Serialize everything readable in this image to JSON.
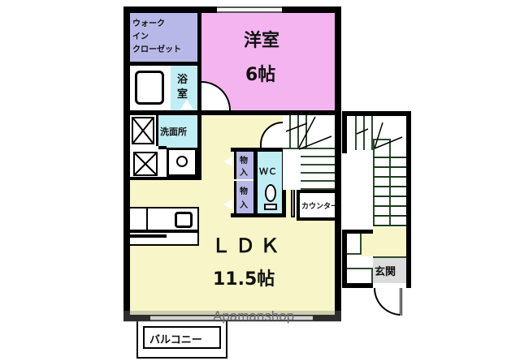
{
  "floorplan": {
    "rooms": {
      "walk_in_closet": {
        "label_lines": [
          "ウォーク",
          "イン",
          "クローゼット"
        ],
        "color": "#b8b8e8"
      },
      "western_room": {
        "label": "洋室",
        "size": "6帖",
        "color": "#f4b4f0"
      },
      "bathroom": {
        "label_lines": [
          "浴",
          "室"
        ],
        "color": "#c0eef4"
      },
      "washroom": {
        "label": "洗面所",
        "color": "#c0eef4"
      },
      "storage_1": {
        "label_lines": [
          "物",
          "入"
        ],
        "color": "#b8b8e8"
      },
      "storage_2": {
        "label_lines": [
          "物",
          "入"
        ],
        "color": "#b8b8e8"
      },
      "wc": {
        "label": "ＷＣ",
        "color": "#c0eef4"
      },
      "counter": {
        "label": "カウンター"
      },
      "ldk": {
        "label": "ＬＤＫ",
        "size": "11.5帖",
        "color": "#f8f6c8"
      },
      "entrance": {
        "label": "玄関",
        "color": "#dcdcdc"
      },
      "balcony": {
        "label": "バルコニー"
      }
    },
    "watermark": "Apamanshop",
    "colors": {
      "wall": "#000000",
      "stair_landing": "#f8f6c8"
    }
  }
}
